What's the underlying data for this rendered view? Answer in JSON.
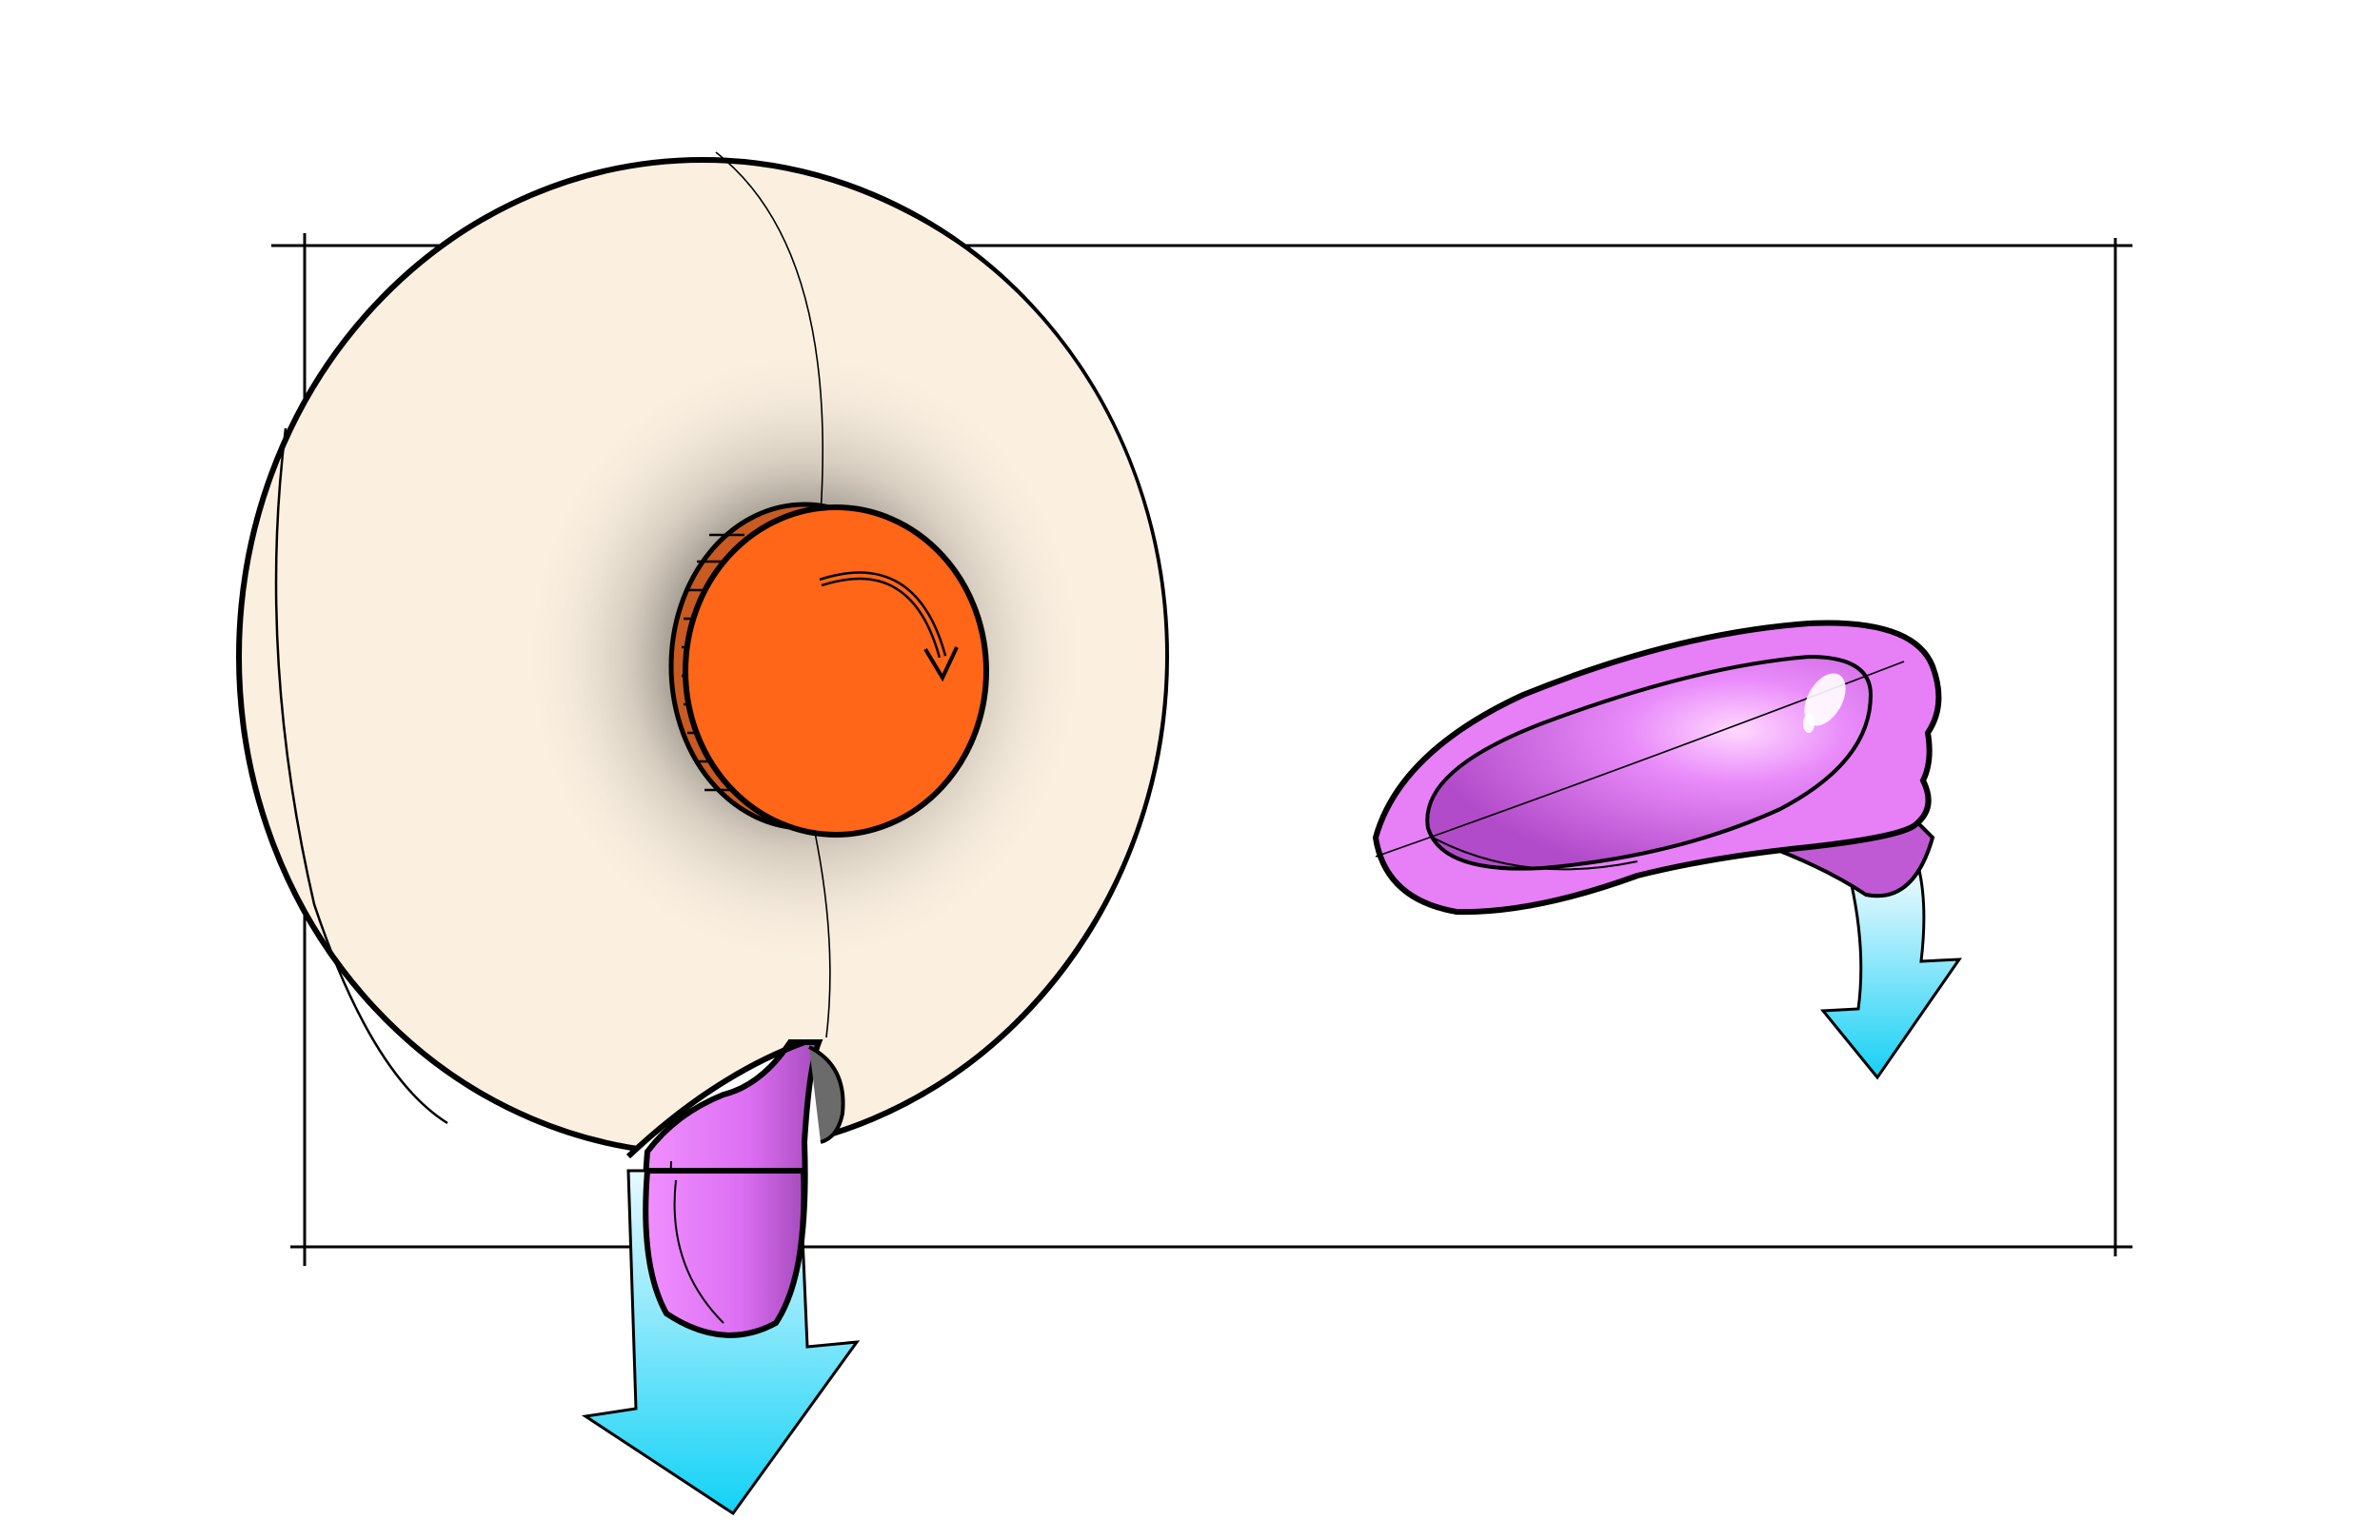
{
  "colors": {
    "background": "#ffffff",
    "dispenser_body": "#fbf0e0",
    "dispenser_shadow": "#9a948a",
    "knob": "#ff6618",
    "knob_edge": "#b8531f",
    "pod": "#e77ff7",
    "pod_dark": "#b44fc8",
    "pod_highlight": "#ffffff",
    "arrow_top": "#e4f7ff",
    "arrow_bottom": "#12d2f6",
    "outline": "#000000"
  },
  "parts": {
    "dispenser": "round-dispenser",
    "knob": "rotary-knob",
    "knob_arrow": "rotation-arrow-icon",
    "pod": "dispensed-pod",
    "flow_arrows": "down-arrow-icon"
  }
}
